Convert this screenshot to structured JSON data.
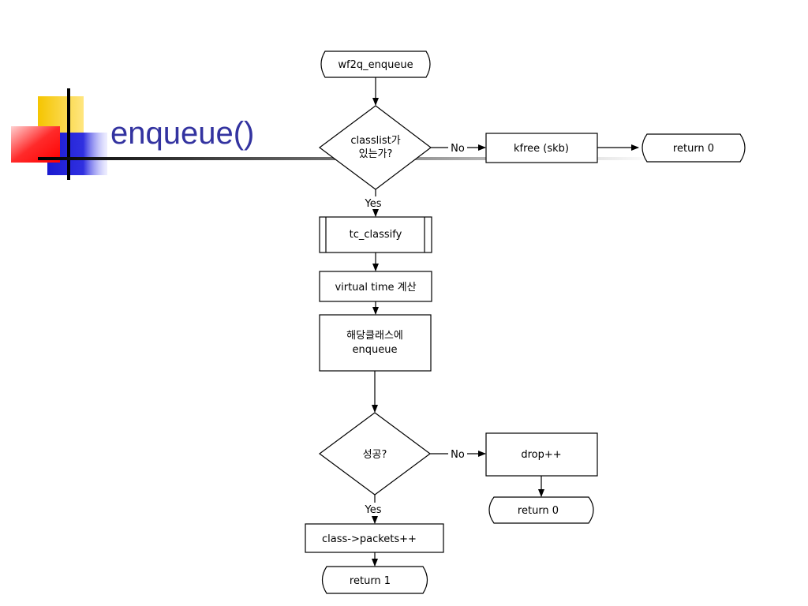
{
  "slide": {
    "title": "enqueue()"
  },
  "flowchart": {
    "nodes": {
      "start": "wf2q_enqueue",
      "decision1": [
        "classlist가",
        "있는가?"
      ],
      "kfree": "kfree (skb)",
      "return0_top": "return 0",
      "tc_classify": "tc_classify",
      "vtime": "virtual time 계산",
      "enqueue_class": [
        "해당클래스에",
        "enqueue"
      ],
      "decision2": "성공?",
      "drop": "drop++",
      "return0_bottom": "return 0",
      "packets": "class->packets++",
      "return1": "return 1"
    },
    "edges": {
      "no1": "No",
      "yes1": "Yes",
      "no2": "No",
      "yes2": "Yes"
    }
  },
  "colors": {
    "title": "#3333a0",
    "square_yellow": "#f5c500",
    "square_red": "#ff2020",
    "square_blue": "#2020d0"
  }
}
